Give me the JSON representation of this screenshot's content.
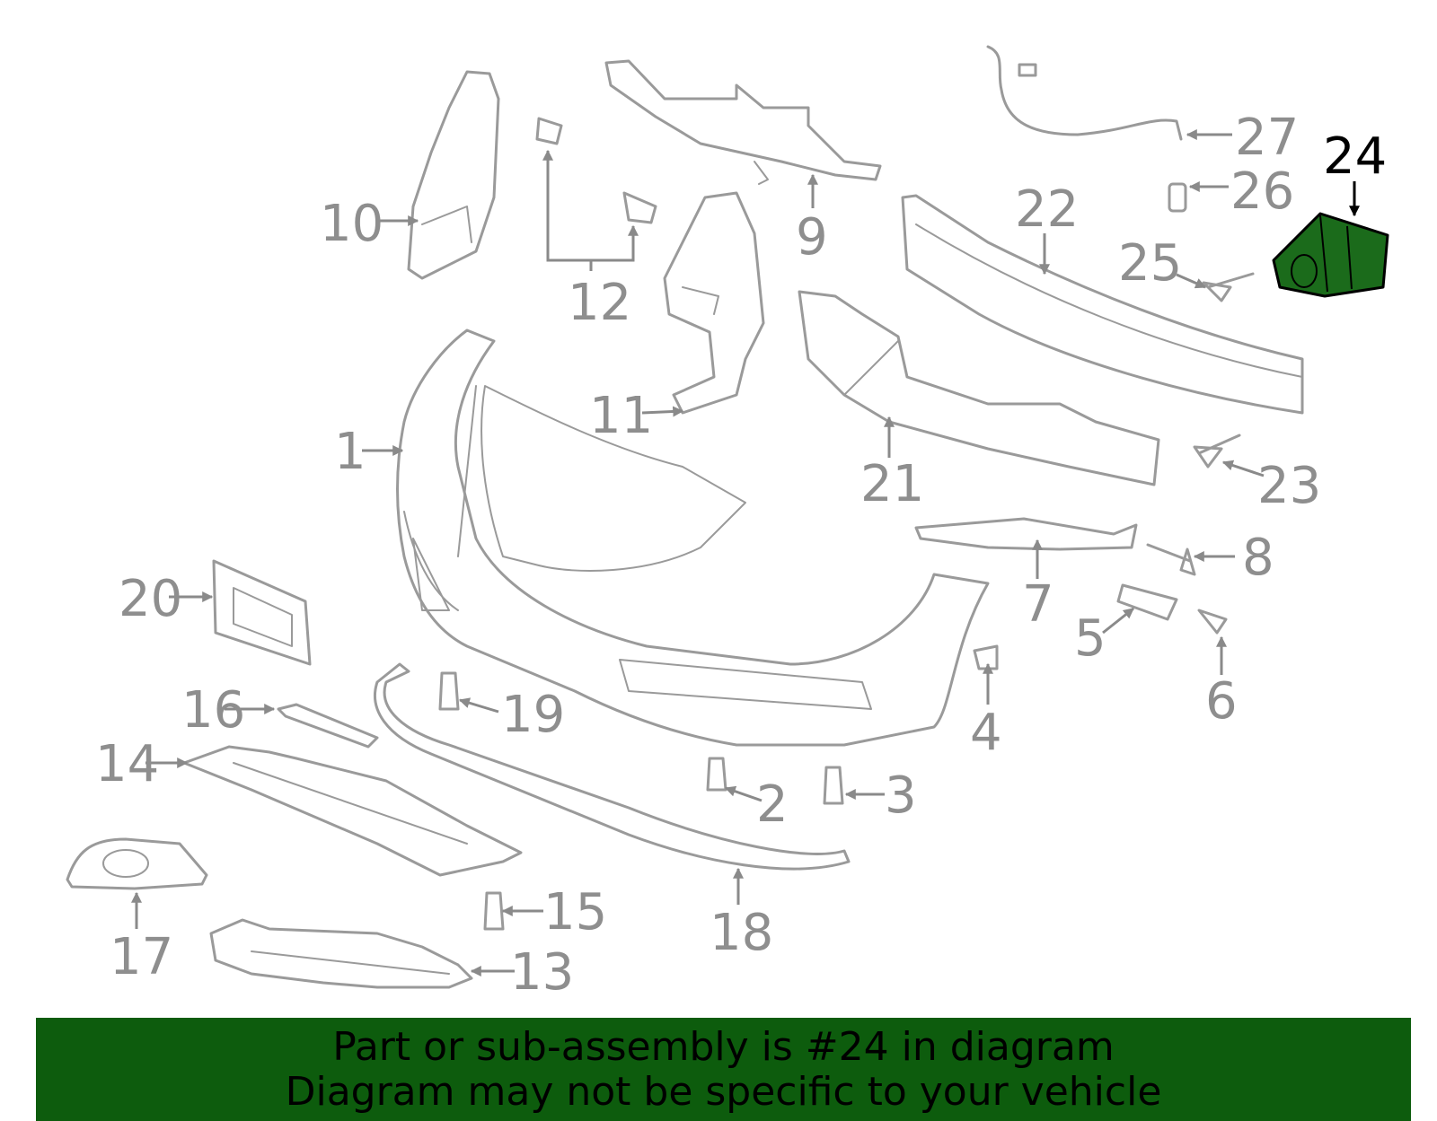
{
  "diagram": {
    "highlight_color": "#1b6b1b",
    "part_color": "#9a9a9a",
    "highlighted_part": "24",
    "callouts": [
      "1",
      "2",
      "3",
      "4",
      "5",
      "6",
      "7",
      "8",
      "9",
      "10",
      "11",
      "12",
      "13",
      "14",
      "15",
      "16",
      "17",
      "18",
      "19",
      "20",
      "21",
      "22",
      "23",
      "24",
      "25",
      "26",
      "27"
    ]
  },
  "banner": {
    "line1": "Part or sub-assembly is #24 in diagram",
    "line2": "Diagram may not be specific to your vehicle",
    "background": "#0d5c0d"
  }
}
